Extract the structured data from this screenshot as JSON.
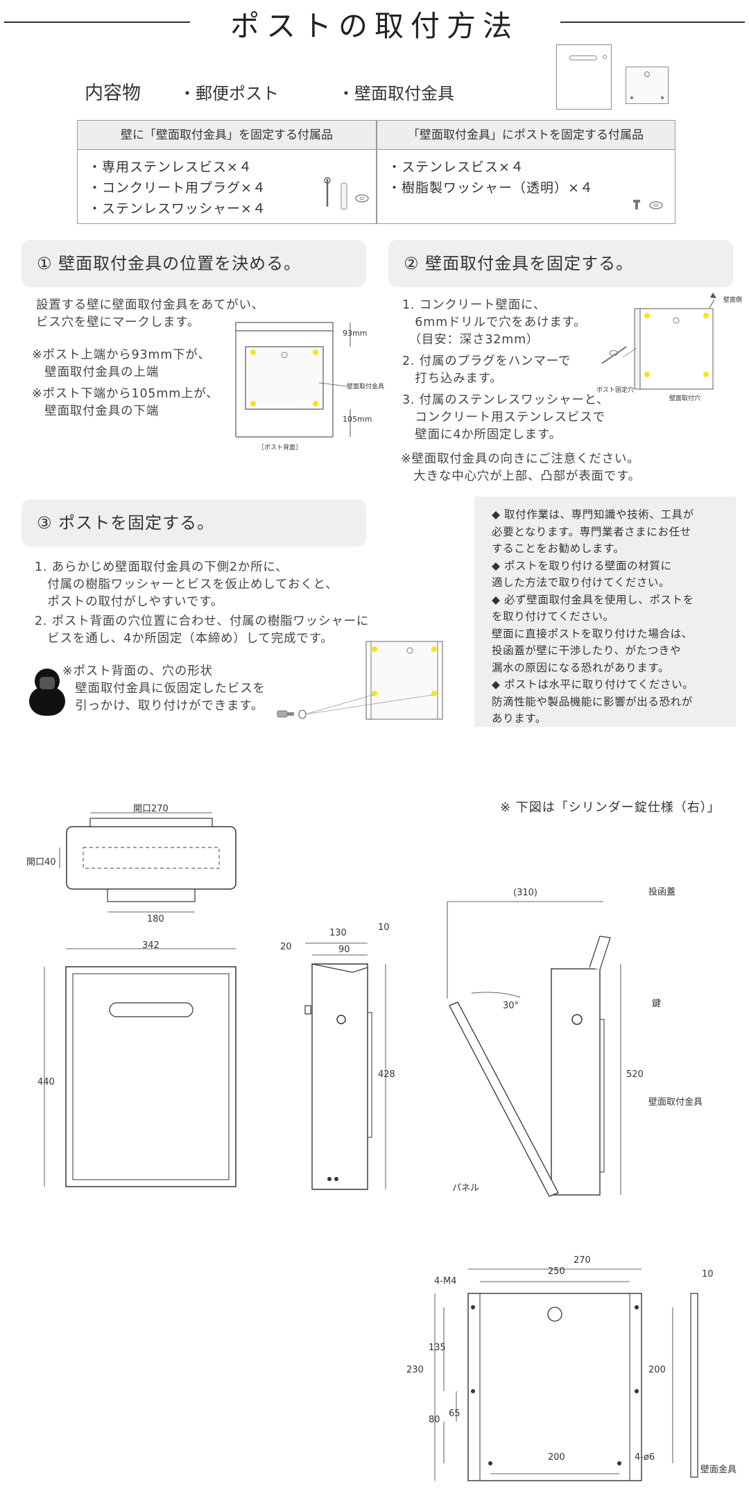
{
  "page": {
    "title": "ポストの取付方法"
  },
  "contents": {
    "label": "内容物",
    "item1": "・郵便ポスト",
    "item2": "・壁面取付金具"
  },
  "accessories_table": {
    "left_header": "壁に「壁面取付金具」を固定する付属品",
    "right_header": "「壁面取付金具」にポストを固定する付属品",
    "left_items": [
      "・専用ステンレスビス×４",
      "・コンクリート用プラグ×４",
      "・ステンレスワッシャー×４"
    ],
    "right_items": [
      "・ステンレスビス×４",
      "・樹脂製ワッシャー（透明）×４"
    ]
  },
  "step1": {
    "heading": "① 壁面取付金具の位置を決める。",
    "text": "設置する壁に壁面取付金具をあてがい、\nビス穴を壁にマークします。",
    "note1": "※ポスト上端から93mm下が、\n　壁面取付金具の上端",
    "note2": "※ポスト下端から105mm上が、\n　壁面取付金具の下端",
    "fig_top_dim": "93mm",
    "fig_bottom_dim": "105mm",
    "fig_bracket_label": "壁面取付金具",
    "fig_caption": "［ポスト背面］"
  },
  "step2": {
    "heading": "② 壁面取付金具を固定する。",
    "text1": "1. コンクリート壁面に、\n　6mmドリルで穴をあけます。\n　（目安：深さ32mm）",
    "text2": "2. 付属のプラグをハンマーで\n　打ち込みます。",
    "text3": "3. 付属のステンレスワッシャーと、\n　コンクリート用ステンレスビスで\n　壁面に4か所固定します。",
    "note": "※壁面取付金具の向きにご注意ください。\n　大きな中心穴が上部、凸部が表面です。",
    "fig_wall_side": "壁面側",
    "fig_screw_hole": "ポスト固定穴",
    "fig_mount_hole": "壁面取付穴"
  },
  "step3": {
    "heading": "③ ポストを固定する。",
    "text1": "1. あらかじめ壁面取付金具の下側2か所に、\n　付属の樹脂ワッシャーとビスを仮止めしておくと、\n　ポストの取付がしやすいです。",
    "text2": "2. ポスト背面の穴位置に合わせ、付属の樹脂ワッシャーに\n　ビスを通し、4か所固定（本締め）して完成です。",
    "note": "※ポスト背面の、穴の形状\n　壁面取付金具に仮固定したビスを\n　引っかけ、取り付けができます。"
  },
  "warning": {
    "text": "◆ 取付作業は、専門知識や技術、工具が\n必要となります。専門業者さまにお任せ\nすることをお勧めします。\n◆ ポストを取り付ける壁面の材質に\n適した方法で取り付けてください。\n◆ 必ず壁面取付金具を使用し、ポストを\nを取り付けてください。\n壁面に直接ポストを取り付けた場合は、\n投函蓋が壁に干渉したり、がたつきや\n漏水の原因になる恐れがあります。\n◆ ポストは水平に取り付けてください。\n防滴性能や製品機能に影響が出る恐れが\nあります。"
  },
  "drawings": {
    "note": "※ 下図は「シリンダー錠仕様（右）」",
    "top_view": {
      "opening_width": "開口270",
      "opening_height": "開口40",
      "base_width": "180"
    },
    "front_view": {
      "width": "342",
      "height": "440"
    },
    "side_view": {
      "depth": "130",
      "inner": "90",
      "lip": "20",
      "top_thick": "10",
      "height": "428"
    },
    "open_view": {
      "width": "(310)",
      "angle": "30°",
      "lid": "投函蓋",
      "key": "鍵",
      "height": "520",
      "bracket": "壁面取付金具",
      "panel": "パネル"
    },
    "bracket_view": {
      "w_outer": "270",
      "w_inner": "250",
      "w_bottom": "200",
      "h_outer": "230",
      "h_right": "200",
      "h_mid": "135",
      "h_low": "80",
      "h_small": "65",
      "thread": "4-M4",
      "holes": "4-ø6",
      "thick": "10",
      "caption": "壁面金具"
    }
  }
}
